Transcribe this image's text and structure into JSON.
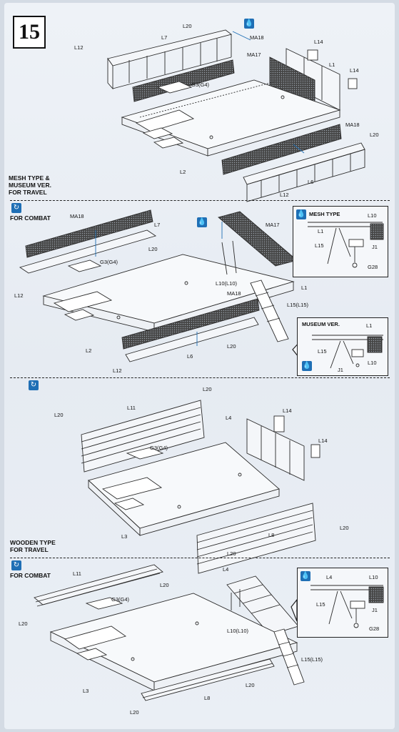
{
  "step": {
    "number": "15"
  },
  "sections": {
    "mesh_travel": "MESH TYPE &\nMUSEUM VER.\nFOR TRAVEL",
    "mesh_combat": "FOR COMBAT",
    "wooden_travel": "WOODEN TYPE\nFOR TRAVEL",
    "wooden_combat": "FOR COMBAT"
  },
  "insets": {
    "mesh_type": "MESH TYPE",
    "museum_ver": "MUSEUM VER."
  },
  "labels": {
    "s1": [
      "L20",
      "L7",
      "MA18",
      "MA17",
      "L12",
      "L14",
      "L1",
      "L14",
      "G3(G4)",
      "MA18",
      "L20",
      "L2",
      "L6",
      "L12"
    ],
    "s2": [
      "MA18",
      "L7",
      "MA17",
      "G3(G4)",
      "L20",
      "L12",
      "L10(L10)",
      "MA18",
      "L1",
      "L15(L15)",
      "L2",
      "L6",
      "L20",
      "L12"
    ],
    "s2_inset1": [
      "L1",
      "L10",
      "L15",
      "J1",
      "G28"
    ],
    "s2_inset2": [
      "L1",
      "L15",
      "L10",
      "J1"
    ],
    "s3": [
      "L20",
      "L11",
      "L20",
      "L4",
      "L14",
      "G3(G4)",
      "L14",
      "L3",
      "L8",
      "L20",
      "L20"
    ],
    "s4": [
      "L11",
      "L20",
      "L4",
      "G3(G4)",
      "L20",
      "L10(L10)",
      "L3",
      "L8",
      "L15(L15)",
      "L20",
      "L20"
    ],
    "s4_inset": [
      "L4",
      "L10",
      "L15",
      "J1",
      "G28"
    ]
  },
  "colors": {
    "accent": "#1f6fb5",
    "mesh": "#333333",
    "line": "#2a2a2a"
  }
}
